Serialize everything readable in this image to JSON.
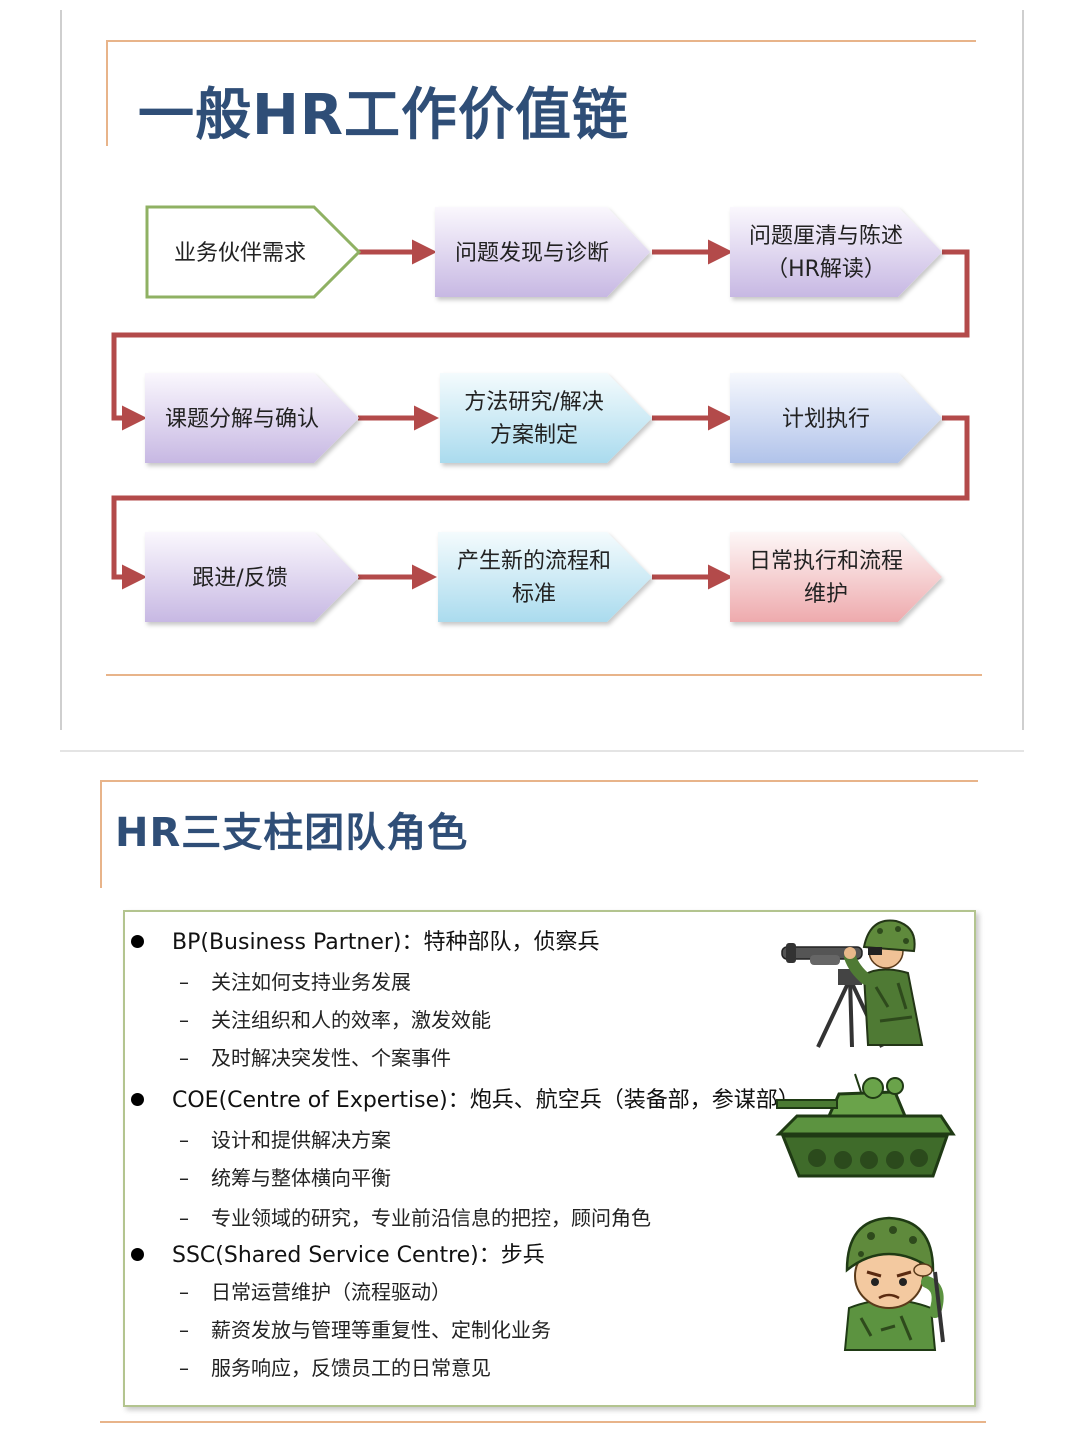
{
  "slide1": {
    "title": "一般HR工作价值链",
    "steps": [
      "业务伙伴需求",
      "问题发现与诊断",
      "问题厘清与陈述（HR解读）",
      "课题分解与确认",
      "方法研究/解决方案制定",
      "计划执行",
      "跟进/反馈",
      "产生新的流程和标准",
      "日常执行和流程维护"
    ]
  },
  "slide2": {
    "title": "HR三支柱团队角色",
    "roles": [
      {
        "heading": "BP(Business Partner)：特种部队，侦察兵",
        "items": [
          "关注如何支持业务发展",
          "关注组织和人的效率，激发效能",
          "及时解决突发性、个案事件"
        ],
        "illustration": "sniper-soldier-icon"
      },
      {
        "heading": "COE(Centre of Expertise)：炮兵、航空兵（装备部，参谋部）",
        "items": [
          "设计和提供解决方案",
          "统筹与整体横向平衡",
          "专业领域的研究，专业前沿信息的把控，顾问角色"
        ],
        "illustration": "tank-icon"
      },
      {
        "heading": "SSC(Shared Service Centre)：步兵",
        "items": [
          "日常运营维护（流程驱动）",
          "薪资发放与管理等重复性、定制化业务",
          "服务响应，反馈员工的日常意见"
        ],
        "illustration": "saluting-soldier-icon"
      }
    ]
  },
  "colors": {
    "title": "#2f4e77",
    "accent_line": "#e8b48a",
    "arrow": "#b34a4a",
    "first_step_border": "#8fb163",
    "panel_border": "#b3c48f"
  }
}
